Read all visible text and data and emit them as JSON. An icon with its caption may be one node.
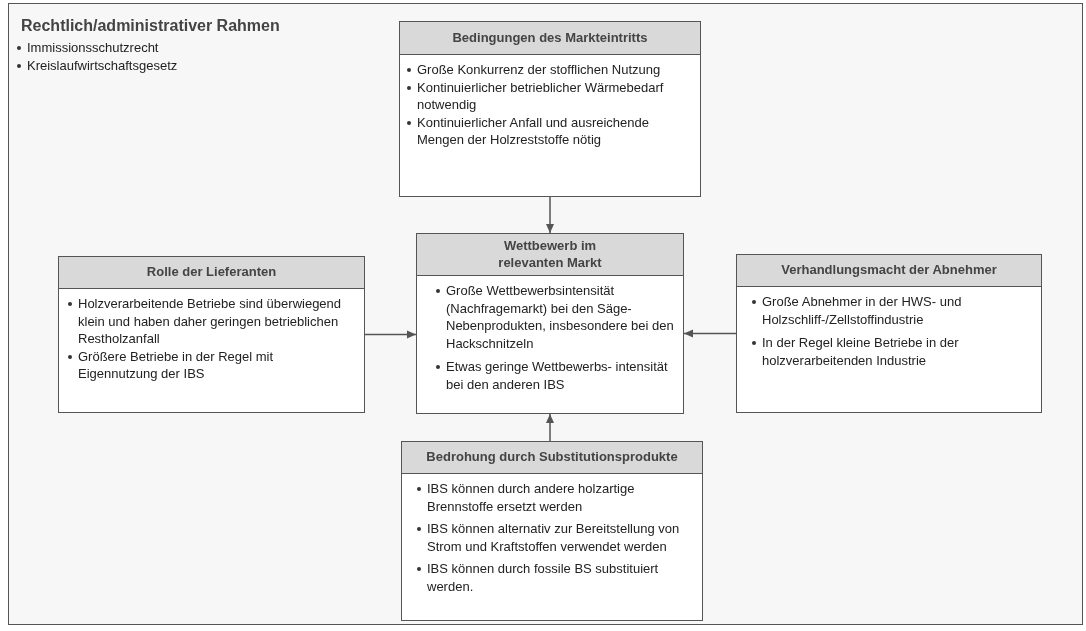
{
  "diagram": {
    "nodes": [
      {
        "text": [
          "Rechtlich/administrativer Rahmen",
          "Immissionsschutzrecht",
          "Kreislaufwirtschaftsgesetz"
        ]
      },
      {
        "text": [
          "Bedingungen des Markteintritts",
          "Große Konkurrenz der stofflichen Nutzung",
          "Kontinuierlicher betrieblicher Wärmebedarf notwendig",
          "Kontinuierlicher Anfall und ausreichende Mengen der Holzreststoffe nötig"
        ],
        "in": 0
      },
      {
        "text": [
          "Rolle der Lieferanten",
          "Holzverarbeitende Betriebe sind überwiegend klein und haben daher geringen betrieblichen Restholzanfall",
          "Größere Betriebe in der Regel mit Eigennutzung der IBS"
        ],
        "in": 0
      },
      {
        "text": [
          "Wettbewerb im relevanten Markt",
          "Große Wettbewerbsintensität (Nachfragemarkt) bei den Säge-Nebenprodukten, insbesondere bei den Hackschnitzeln",
          "Etwas geringe Wettbewerbs- intensität bei den anderen IBS"
        ],
        "in": 0
      },
      {
        "text": [
          "Verhandlungsmacht der Abnehmer",
          "Große Abnehmer in der HWS- und Holzschliff-/Zellstoffindustrie",
          "In der Regel kleine Betriebe in der holzverarbeitenden Industrie"
        ],
        "in": 0
      },
      {
        "text": [
          "Bedrohung durch Substitutionsprodukte",
          "IBS können durch andere holzartige Brennstoffe ersetzt werden",
          "IBS können alternativ zur Bereitstellung von Strom und Kraftstoffen verwendet werden",
          "IBS können durch fossile BS substituiert werden."
        ],
        "in": 0
      }
    ],
    "edges": [
      {
        "from": 1,
        "to": 3,
        "arrow": "to"
      },
      {
        "from": 2,
        "to": 3,
        "arrow": "to"
      },
      {
        "from": 4,
        "to": 3,
        "arrow": "to"
      },
      {
        "from": 5,
        "to": 3,
        "arrow": "to"
      }
    ]
  }
}
